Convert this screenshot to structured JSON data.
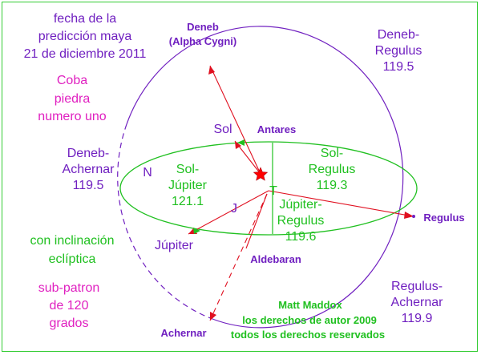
{
  "colors": {
    "purple": "#7020c0",
    "magenta": "#e020c0",
    "green": "#20c020",
    "red": "#e01020",
    "frame": "#33cc33"
  },
  "left_notes": {
    "fecha": [
      "fecha de la",
      "predicción maya",
      "21 de diciembre 2011"
    ],
    "coba": [
      "Coba",
      "piedra",
      "numero uno"
    ],
    "inclinacion": [
      "con inclinación",
      "eclíptica"
    ],
    "subpatron": [
      "sub-patron",
      "de 120",
      "grados"
    ]
  },
  "star_labels": {
    "deneb": [
      "Deneb",
      "(Alpha Cygni)"
    ],
    "sol": "Sol",
    "antares": "Antares",
    "regulus": "Regulus",
    "jupiter": "Júpiter",
    "aldebaran": "Aldebaran",
    "achernar": "Achernar",
    "n": "N",
    "t": "T",
    "j": "J"
  },
  "angles": {
    "deneb_regulus": [
      "Deneb-",
      "Regulus",
      "119.5"
    ],
    "deneb_achernar": [
      "Deneb-",
      "Achernar",
      "119.5"
    ],
    "regulus_achernar": [
      "Regulus-",
      "Achernar",
      "119.9"
    ],
    "sol_jupiter": [
      "Sol-",
      "Júpiter",
      "121.1"
    ],
    "sol_regulus": [
      "Sol-",
      "Regulus",
      "119.3"
    ],
    "jupiter_regulus": [
      "Júpiter-",
      "Regulus",
      "119.6"
    ]
  },
  "credits": [
    "Matt Maddox",
    "los derechos de autor 2009",
    "todos los derechos reservados"
  ]
}
